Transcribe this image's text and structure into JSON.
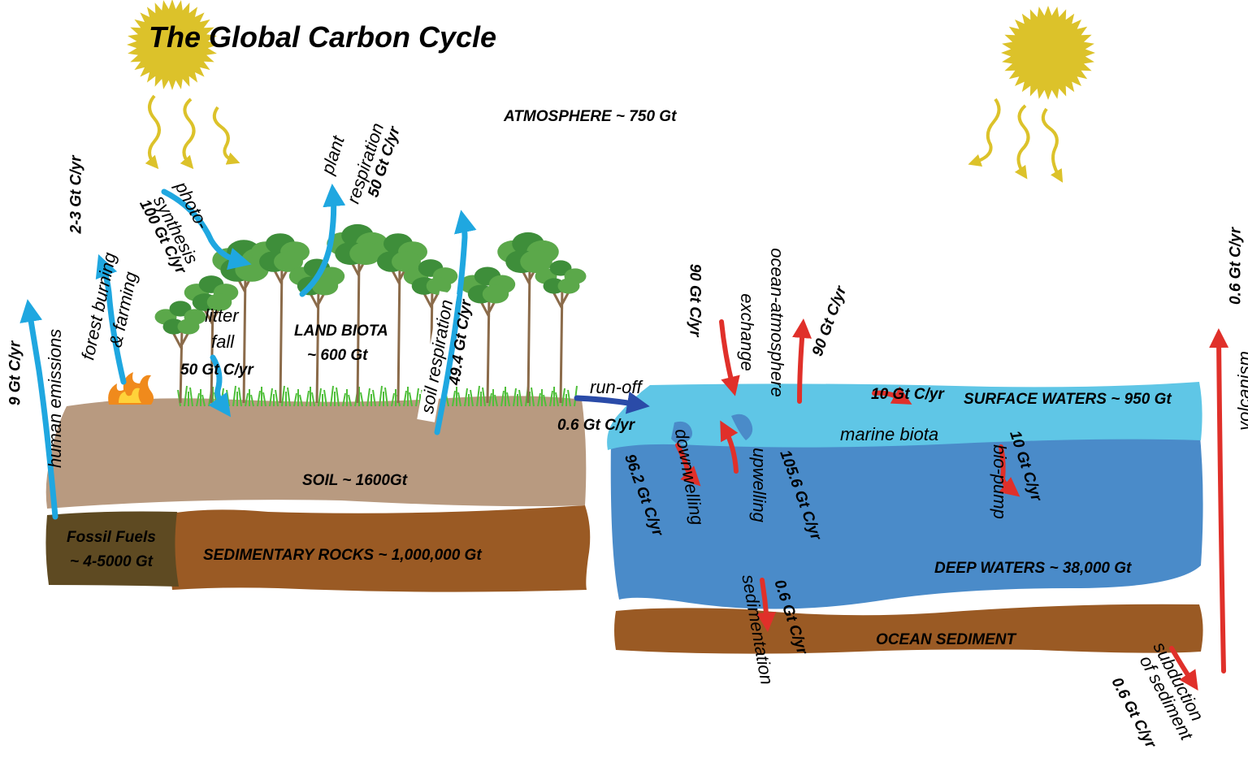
{
  "title": "The Global Carbon Cycle",
  "reservoirs": {
    "atmosphere": "ATMOSPHERE ~ 750 Gt",
    "land_biota_1": "LAND BIOTA",
    "land_biota_2": "~ 600 Gt",
    "soil": "SOIL ~ 1600Gt",
    "fossil_1": "Fossil Fuels",
    "fossil_2": "~ 4-5000 Gt",
    "sedimentary": "SEDIMENTARY ROCKS ~ 1,000,000 Gt",
    "surface_waters": "SURFACE WATERS ~ 950 Gt",
    "deep_waters": "DEEP WATERS ~ 38,000 Gt",
    "ocean_sediment": "OCEAN SEDIMENT"
  },
  "processes": {
    "human_emissions": "human emissions",
    "forest_burning_1": "forest burning",
    "forest_burning_2": "& farming",
    "photo_1": "photo-",
    "photo_2": "synthesis",
    "plant_resp_1": "plant",
    "plant_resp_2": "respiration",
    "litter_1": "litter",
    "litter_2": "fall",
    "soil_resp": "soil respiration",
    "runoff": "run-off",
    "ocean_atm_1": "ocean-atmosphere",
    "ocean_atm_2": "exchange",
    "marine_biota": "marine biota",
    "bio_pump": "bio-pump",
    "downwelling": "downwelling",
    "upwelling": "upwelling",
    "sedimentation": "sedimentation",
    "subduction_1": "subduction",
    "subduction_2": "of sediment",
    "volcanism": "volcanism"
  },
  "fluxes": {
    "human_emissions": "9 Gt C/yr",
    "forest_burning": "2-3 Gt C/yr",
    "photosynthesis": "100 Gt C/yr",
    "plant_respiration": "50 Gt C/yr",
    "litter_fall": "50 Gt C/yr",
    "soil_respiration": "49.4 Gt C/yr",
    "runoff": "0.6 Gt C/yr",
    "ocean_uptake": "90 Gt C/yr",
    "ocean_release": "90 Gt C/yr",
    "marine_biota": "10 Gt C/yr",
    "bio_pump": "10 Gt C/yr",
    "downwelling": "96.2 Gt C/yr",
    "upwelling": "105.6 Gt C/yr",
    "sedimentation": "0.6 Gt C/yr",
    "subduction": "0.6 Gt C/yr",
    "volcanism": "0.6 Gt C/yr"
  },
  "colors": {
    "sun": "#DCC22A",
    "soil": "#B89A80",
    "fossil": "#5E4A22",
    "rock": "#9A5A24",
    "surface_water": "#5FC6E6",
    "deep_water": "#4A8BC9",
    "land_arrow": "#1FA7E0",
    "ocean_arrow": "#E0302A",
    "runoff_arrow": "#2A4BA8",
    "tree_canopy": "#5BA84A",
    "grass": "#4FBF3A"
  }
}
